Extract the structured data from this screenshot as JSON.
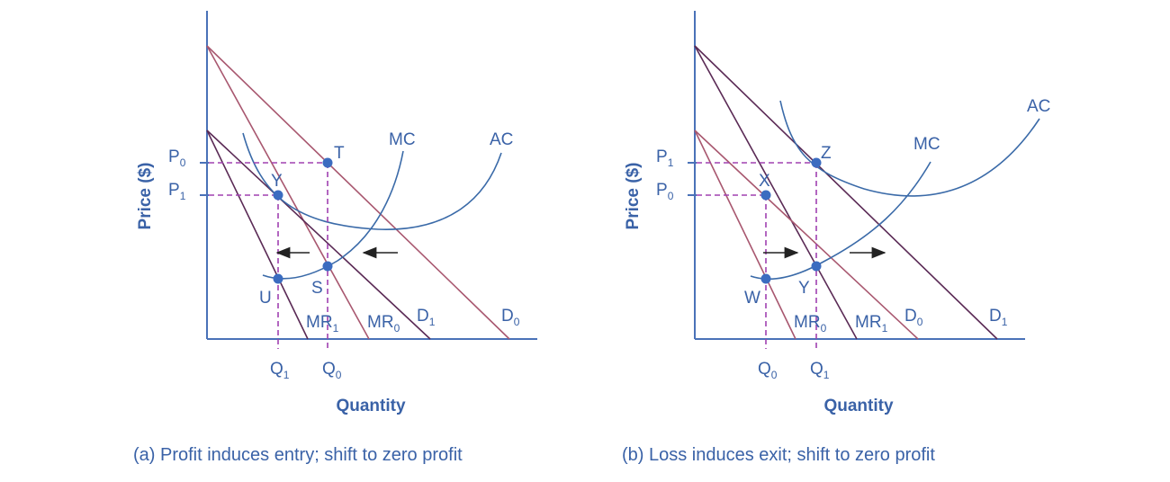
{
  "colors": {
    "axis": "#4a72b8",
    "label": "#3a62a7",
    "demand_mr_light": "#a8576f",
    "demand_mr_dark": "#5a2a55",
    "cost_curves": "#3a6aa8",
    "guides": "#a040b0",
    "points": "#3b6cc0",
    "arrows": "#222222"
  },
  "panel_a": {
    "y_axis_title": "Price ($)",
    "x_axis_title": "Quantity",
    "caption": "(a) Profit induces entry; shift to zero profit",
    "price_labels": [
      {
        "main": "P",
        "sub": "0"
      },
      {
        "main": "P",
        "sub": "1"
      }
    ],
    "quantity_labels": [
      {
        "main": "Q",
        "sub": "1"
      },
      {
        "main": "Q",
        "sub": "0"
      }
    ],
    "curve_labels": {
      "mc": "MC",
      "ac": "AC",
      "mr1": {
        "main": "MR",
        "sub": "1"
      },
      "mr0": {
        "main": "MR",
        "sub": "0"
      },
      "d1": {
        "main": "D",
        "sub": "1"
      },
      "d0": {
        "main": "D",
        "sub": "0"
      }
    },
    "points": [
      "T",
      "Y",
      "U",
      "S"
    ],
    "arrow_direction": "left"
  },
  "panel_b": {
    "y_axis_title": "Price ($)",
    "x_axis_title": "Quantity",
    "caption": "(b) Loss induces exit; shift to zero profit",
    "price_labels": [
      {
        "main": "P",
        "sub": "1"
      },
      {
        "main": "P",
        "sub": "0"
      }
    ],
    "quantity_labels": [
      {
        "main": "Q",
        "sub": "0"
      },
      {
        "main": "Q",
        "sub": "1"
      }
    ],
    "curve_labels": {
      "mc": "MC",
      "ac": "AC",
      "mr0": {
        "main": "MR",
        "sub": "0"
      },
      "mr1": {
        "main": "MR",
        "sub": "1"
      },
      "d0": {
        "main": "D",
        "sub": "0"
      },
      "d1": {
        "main": "D",
        "sub": "1"
      }
    },
    "points": [
      "Z",
      "X",
      "W",
      "Y"
    ],
    "arrow_direction": "right"
  }
}
